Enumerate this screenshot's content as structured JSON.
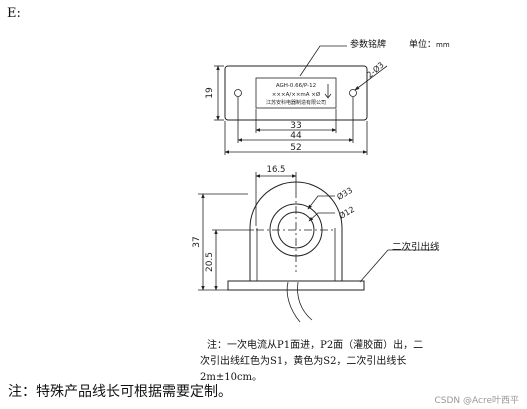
{
  "section_label": "E:",
  "top_view": {
    "nameplate_label": "参数铭牌",
    "unit_label": "单位：",
    "unit_value": "mm",
    "plate_lines": [
      "AGH-0.66/P-12",
      "×××A/××mA ×Ø",
      "江苏安科电器制造有限公司"
    ],
    "dim_height": "19",
    "dim_inner": "33",
    "dim_mid": "44",
    "dim_outer": "52",
    "hole_callout": "2-Ø3"
  },
  "front_view": {
    "dim_top": "16.5",
    "dia_outer": "Ø33",
    "dia_inner": "Ø12",
    "dim_height": "37",
    "dim_center": "20.5",
    "lead_label": "二次引出线"
  },
  "note_lines": [
    "注：一次电流从P1面进，P2面（灌胶面）出，二",
    "次引出线红色为S1，黄色为S2，二次引出线长",
    "2m±10cm。"
  ],
  "footer_note": "注：特殊产品线长可根据需要定制。",
  "watermark": "CSDN @Acre叶西平"
}
